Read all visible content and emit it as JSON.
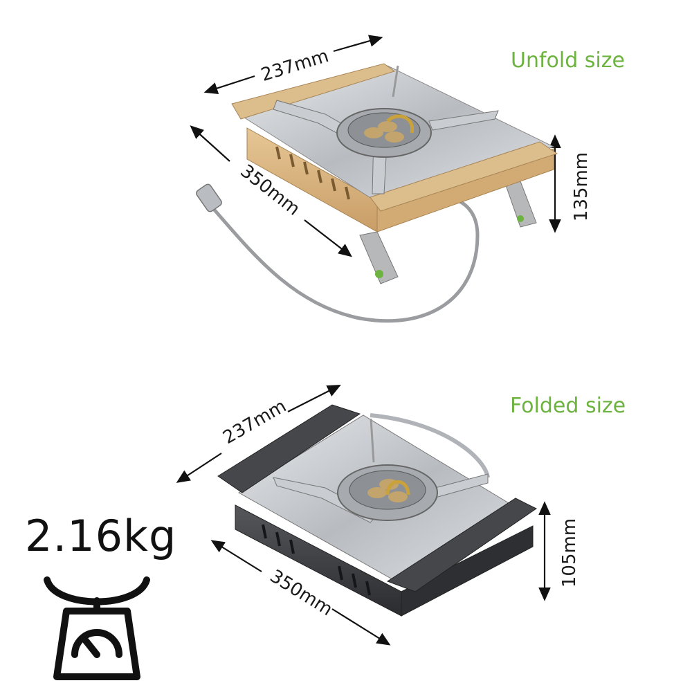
{
  "unfold": {
    "title": "Unfold size",
    "width_label": "237mm",
    "depth_label": "350mm",
    "height_label": "135mm",
    "body_color": "#d9b482"
  },
  "folded": {
    "title": "Folded size",
    "width_label": "237mm",
    "depth_label": "350mm",
    "height_label": "105mm",
    "body_color": "#3a3b3e"
  },
  "weight": {
    "value": "2.16kg",
    "icon": "kitchen-scale-icon"
  },
  "colors": {
    "accent_green": "#6db33f",
    "steel": "#c8ccd0"
  }
}
